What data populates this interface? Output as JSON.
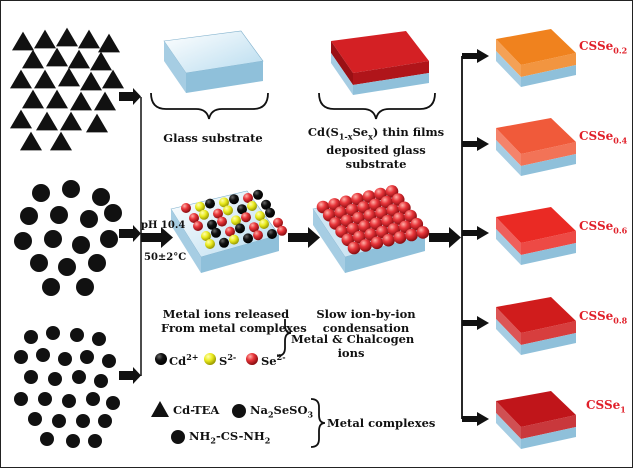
{
  "labels": {
    "glass_substrate": "Glass substrate",
    "thin_film_line1": "Cd(S",
    "thin_film_sub": "1-x",
    "thin_film_mid": "Se",
    "thin_film_sub2": "x",
    "thin_film_line1_end": ") thin films",
    "thin_film_line2": "deposited glass",
    "thin_film_line3": "substrate",
    "ph": "pH 10.4",
    "temp": "50±2°C",
    "released_line1": "Metal ions released",
    "released_line2": "From metal complexes",
    "condensation_line1": "Slow ion-by-ion",
    "condensation_line2": "condensation",
    "metal_chalcogen_line1": "Metal  & Chalcogen",
    "metal_chalcogen_line2": "ions",
    "metal_complexes": "Metal complexes"
  },
  "ions_legend": {
    "cd": {
      "base": "Cd",
      "sup": "2+",
      "color": "#111111"
    },
    "s": {
      "base": "S",
      "sup": "2-",
      "color": "#e8e81a"
    },
    "se": {
      "base": "Se",
      "sup": "2-",
      "color": "#e0202a"
    }
  },
  "complex_legend": {
    "cd_tea": "Cd-TEA",
    "na_sub": {
      "pre": "Na",
      "sub1": "2",
      "mid": "SeSO",
      "sub2": "3"
    },
    "thiourea": {
      "pre": "NH",
      "sub1": "2",
      "mid": "-CS-NH",
      "sub2": "2"
    }
  },
  "products": [
    {
      "base": "CSSe",
      "sub": "0.2",
      "color": "#f0821e"
    },
    {
      "base": "CSSe",
      "sub": "0.4",
      "color": "#f05a3a"
    },
    {
      "base": "CSSe",
      "sub": "0.6",
      "color": "#ea2a24"
    },
    {
      "base": "CSSe",
      "sub": "0.8",
      "color": "#d01c1c"
    },
    {
      "base": "CSSe",
      "sub": "1",
      "color": "#c0151a"
    }
  ],
  "colors": {
    "glass": "#cfe6f3",
    "film_red": "#c41a1c",
    "label_red": "#e0202a",
    "arrow": "#111111"
  }
}
